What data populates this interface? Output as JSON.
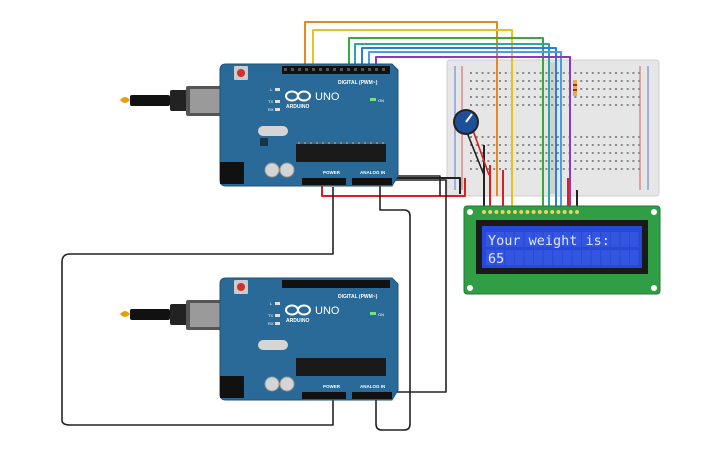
{
  "boards": [
    {
      "id": "top",
      "logo_text": "ARDUINO",
      "model_text": "UNO",
      "digital_label": "DIGITAL (PWM~)",
      "power_label": "POWER",
      "analog_label": "ANALOG IN",
      "on_label": "ON",
      "tx_label": "TX",
      "rx_label": "RX",
      "l_label": "L"
    },
    {
      "id": "bottom",
      "logo_text": "ARDUINO",
      "model_text": "UNO",
      "digital_label": "DIGITAL (PWM~)",
      "power_label": "POWER",
      "analog_label": "ANALOG IN",
      "on_label": "ON",
      "tx_label": "TX",
      "rx_label": "RX",
      "l_label": "L"
    }
  ],
  "lcd": {
    "line1": "Your weight is:",
    "line2": "65"
  },
  "colors": {
    "board": "#2a6a99",
    "board_dark": "#1e5078",
    "breadboard": "#e3e3e3",
    "lcd_pcb": "#2f9e45",
    "lcd_screen": "#2748d8",
    "lcd_text": "#dfe6ff",
    "wire_black": "#222222",
    "wire_red": "#d82020",
    "wire_orange": "#e58a1c",
    "wire_yellow": "#e6c21e",
    "wire_green": "#3aa83a",
    "wire_teal": "#27a8a0",
    "wire_blue": "#2c7fd8",
    "wire_purple": "#8a3ac0",
    "potentiometer": "#1f4f9a"
  },
  "icons": {
    "usb_plug": "usb-cable-icon",
    "potentiometer": "potentiometer-icon"
  }
}
